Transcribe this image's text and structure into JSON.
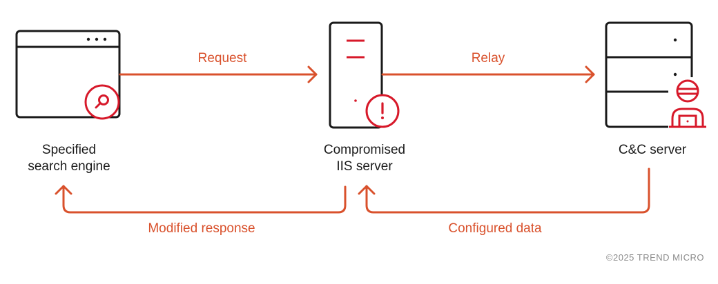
{
  "nodes": {
    "search_engine": {
      "label_line1": "Specified",
      "label_line2": "search engine",
      "icon": "browser-window-with-search-icon"
    },
    "iis_server": {
      "label_line1": "Compromised",
      "label_line2": "IIS server",
      "icon": "server-with-alert-icon"
    },
    "cc_server": {
      "label_line1": "C&C server",
      "icon": "server-stack-with-hacker-icon"
    }
  },
  "edges": {
    "request": "Request",
    "relay": "Relay",
    "modified_response": "Modified response",
    "configured_data": "Configured data"
  },
  "footer": {
    "copyright": "©2025 TREND MICRO"
  },
  "colors": {
    "outline": "#1a1a1a",
    "accent_red": "#d7192a",
    "arrow_orange": "#d9512c",
    "footer_gray": "#8a8a8a"
  }
}
